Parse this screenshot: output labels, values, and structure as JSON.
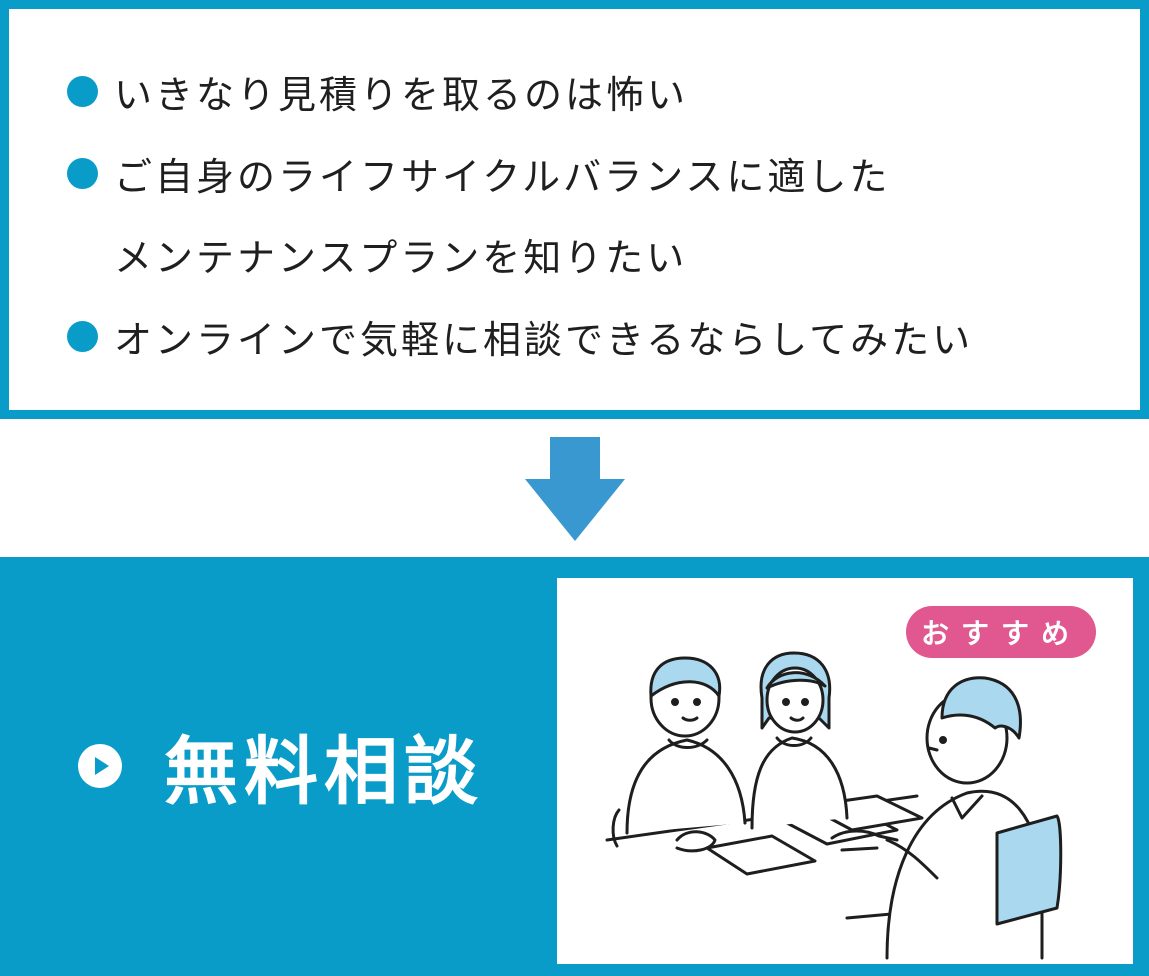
{
  "concerns": [
    {
      "text": "いきなり見積りを取るのは怖い",
      "bullet": true
    },
    {
      "text": "ご自身のライフサイクルバランスに適した",
      "bullet": true
    },
    {
      "text": "メンテナンスプランを知りたい",
      "bullet": false
    },
    {
      "text": "オンラインで気軽に相談できるならしてみたい",
      "bullet": true
    }
  ],
  "cta": {
    "label": "無料相談"
  },
  "badge": {
    "label": "おすすめ"
  },
  "colors": {
    "accent": "#0a9cc8",
    "arrow": "#3a98d0",
    "badge": "#e0588f",
    "skin_fill": "#a9d8ef"
  },
  "icons": {
    "bullet": "circle",
    "cta": "play-circle-icon"
  }
}
